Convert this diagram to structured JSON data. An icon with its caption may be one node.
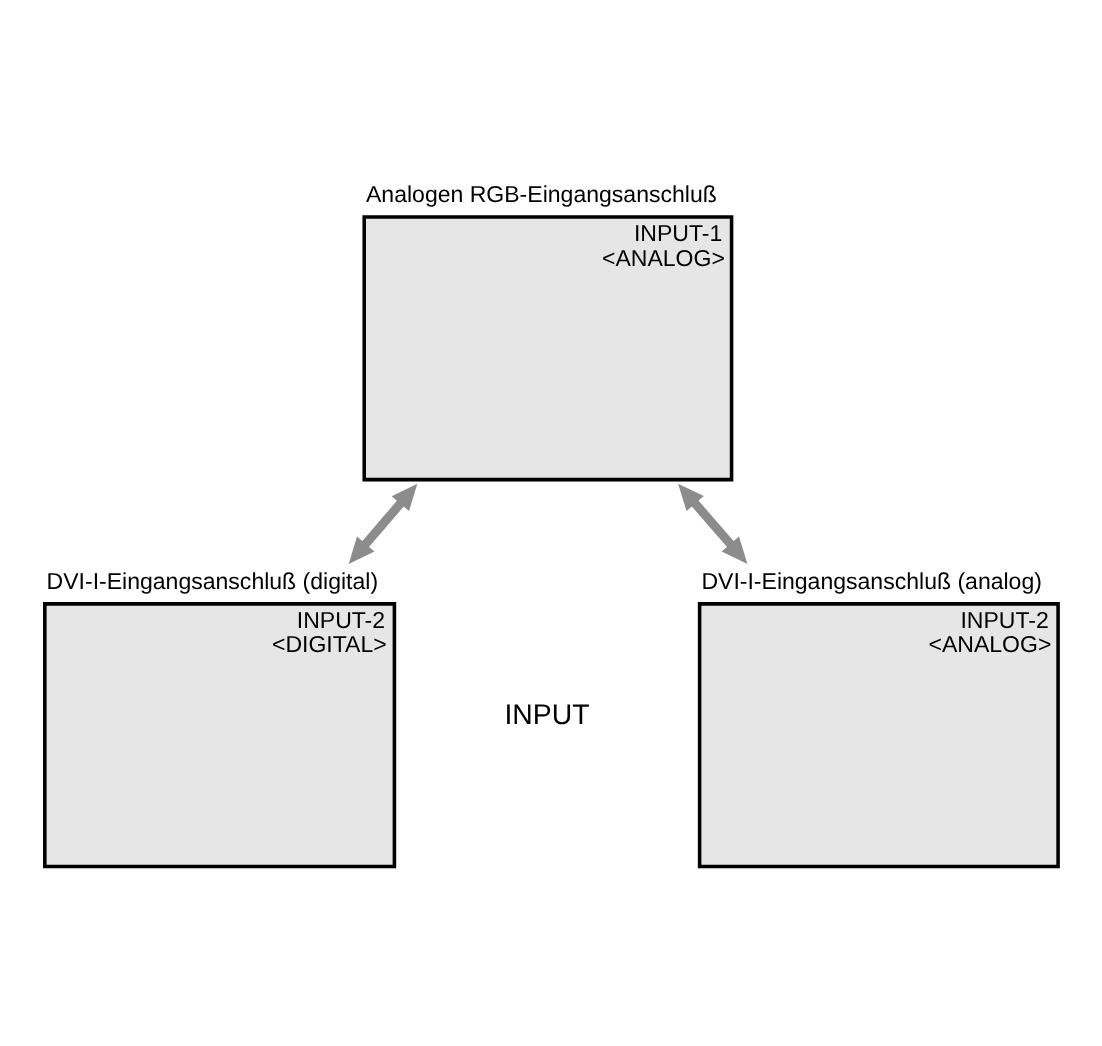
{
  "diagram": {
    "nodes": [
      {
        "text": [
          "Analogen RGB-Eingangsanschluß",
          "INPUT-1 <ANALOG>"
        ]
      },
      {
        "text": [
          "DVI-I-Eingangsanschluß (digital)",
          "INPUT-2 <DIGITAL>"
        ]
      },
      {
        "text": [
          "DVI-I-Eingangsanschluß (analog)",
          "INPUT-2 <ANALOG>"
        ]
      }
    ],
    "edges": [
      {
        "from": 0,
        "to": 1,
        "arrow": "both"
      },
      {
        "from": 0,
        "to": 2,
        "arrow": "both"
      }
    ],
    "labels": [
      "INPUT"
    ]
  }
}
